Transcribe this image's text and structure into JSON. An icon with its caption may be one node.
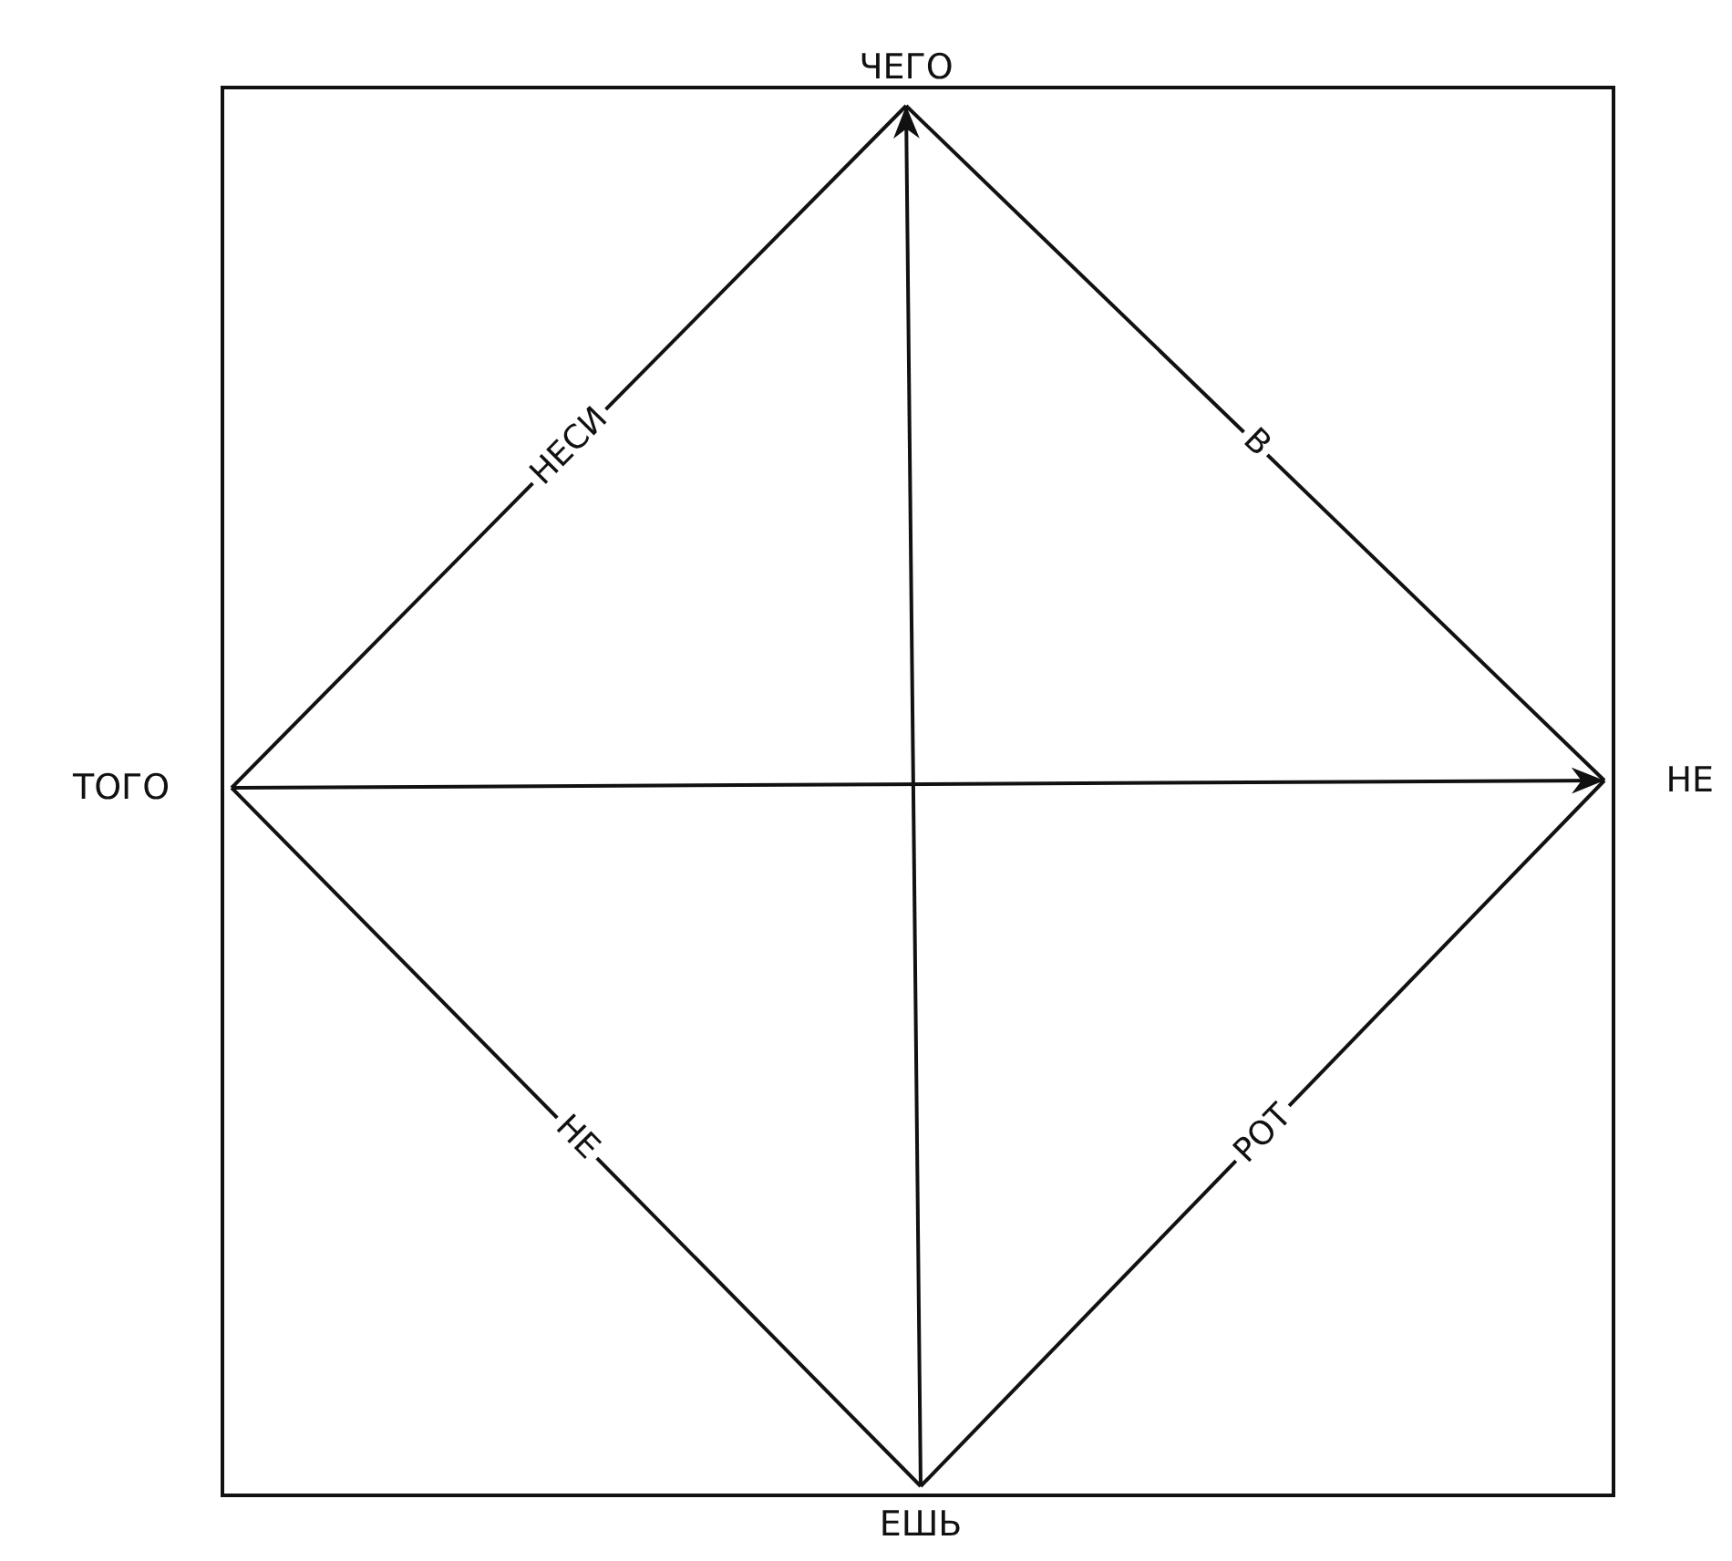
{
  "diagram": {
    "nodes": [
      {
        "text": [
          "ЧЕГО"
        ]
      },
      {
        "text": [
          "ТОГО"
        ]
      },
      {
        "text": [
          "НЕ"
        ]
      },
      {
        "text": [
          "ЕШЬ"
        ]
      }
    ],
    "edges": [
      {
        "from": 1,
        "to": 0,
        "arrow": "none",
        "label": "НЕСИ"
      },
      {
        "from": 0,
        "to": 2,
        "arrow": "none",
        "label": "В"
      },
      {
        "from": 1,
        "to": 3,
        "arrow": "none",
        "label": "НЕ"
      },
      {
        "from": 3,
        "to": 2,
        "arrow": "none",
        "label": "РОТ"
      },
      {
        "from": 3,
        "to": 0,
        "arrow": "to"
      },
      {
        "from": 1,
        "to": 2,
        "arrow": "to"
      }
    ]
  }
}
